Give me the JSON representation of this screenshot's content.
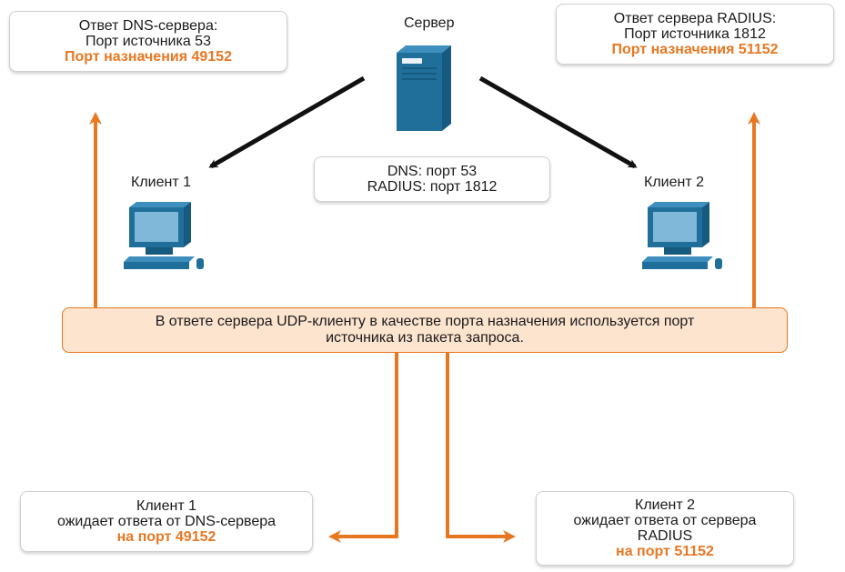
{
  "server": {
    "label": "Сервер"
  },
  "client1": {
    "label": "Клиент 1",
    "response": {
      "line1": "Ответ DNS-сервера:",
      "line2": "Порт источника 53",
      "line3": "Порт назначения 49152"
    },
    "waiting": {
      "line1": "Клиент 1",
      "line2": "ожидает ответа от DNS-сервера",
      "line3": "на порт 49152"
    }
  },
  "client2": {
    "label": "Клиент 2",
    "response": {
      "line1": "Ответ сервера RADIUS:",
      "line2": "Порт источника 1812",
      "line3": "Порт назначения 51152"
    },
    "waiting": {
      "line1": "Клиент 2",
      "line2": "ожидает ответа от сервера",
      "line3": "RADIUS",
      "line4": "на порт 51152"
    }
  },
  "ports": {
    "line1": "DNS: порт 53",
    "line2": "RADIUS: порт 1812"
  },
  "note": {
    "line1": "В ответе сервера UDP-клиенту в качестве порта назначения используется порт",
    "line2": "источника из пакета запроса."
  },
  "icons": {
    "server": "server-tower-icon",
    "client": "desktop-computer-icon"
  },
  "colors": {
    "accent": "#e87722",
    "note_bg": "#fde4cf",
    "device": "#1f6f9a"
  }
}
